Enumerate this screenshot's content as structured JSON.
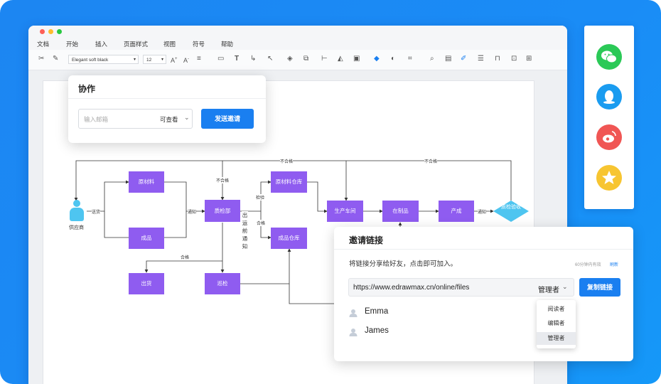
{
  "menu": [
    "文档",
    "开始",
    "插入",
    "页面样式",
    "视图",
    "符号",
    "帮助"
  ],
  "toolbar": {
    "font_name": "Elegant soft black",
    "font_size": "12"
  },
  "collab": {
    "title": "协作",
    "email_placeholder": "输入邮箱",
    "permission": "可查看",
    "send_button": "发送邀请"
  },
  "flowchart": {
    "supplier": "供应商",
    "nodes": {
      "raw_material": "原材料",
      "finished": "成品",
      "qc_dept": "质检部",
      "raw_store": "原材料仓库",
      "finished_store": "成品仓库",
      "ship": "出货",
      "inspect": "巡检",
      "workshop": "生产车间",
      "wip": "在制品",
      "product": "产成",
      "qc_accept": "质检验收"
    },
    "labels": {
      "deliver": "送货",
      "notify1": "通知",
      "notify2": "通知",
      "fail_top_left": "不合格",
      "fail_top_right": "不合格",
      "fail_mid": "不合格",
      "check": "检验",
      "pass1": "合格",
      "pass2": "合格",
      "outbound_notice": "出运前通知"
    }
  },
  "share": {
    "title": "邀请链接",
    "description": "将链接分享给好友，点击即可加入。",
    "validity": "60分钟内有效",
    "refresh": "刷新",
    "url": "https://www.edrawmax.cn/online/files",
    "permission": "管理者",
    "copy_button": "复制链接",
    "users": [
      "Emma",
      "James"
    ],
    "dropdown": [
      "阅读者",
      "编辑者",
      "管理者"
    ],
    "dropdown_selected": "管理者"
  },
  "social": [
    "wechat-icon",
    "qq-icon",
    "weibo-icon",
    "qzone-icon"
  ],
  "colors": {
    "background": "#1a8cf6",
    "accent": "#1a7ff0",
    "node": "#8f5cf0",
    "decision": "#4ec5f0",
    "wechat": "#2bc957",
    "qq": "#1a9cf0",
    "weibo": "#f05654",
    "qzone": "#f7c531"
  }
}
